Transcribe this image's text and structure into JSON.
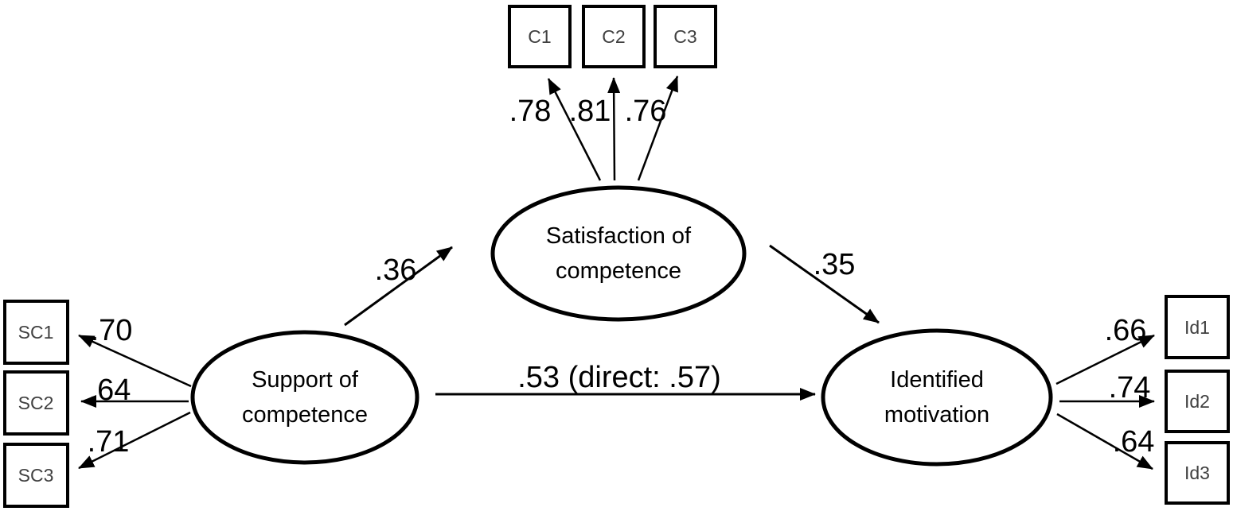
{
  "figure": {
    "type": "sem-path-diagram",
    "background_color": "#ffffff",
    "stroke_color": "#000000",
    "indicator_text_color": "#404040"
  },
  "latents": {
    "support": {
      "line1": "Support of",
      "line2": "competence"
    },
    "satisfaction": {
      "line1": "Satisfaction of",
      "line2": "competence"
    },
    "identified": {
      "line1": "Identified",
      "line2": "motivation"
    }
  },
  "indicators": {
    "satisfaction": [
      {
        "label": "C1",
        "loading": ".78"
      },
      {
        "label": "C2",
        "loading": ".81"
      },
      {
        "label": "C3",
        "loading": ".76"
      }
    ],
    "support": [
      {
        "label": "SC1",
        "loading": ".70"
      },
      {
        "label": "SC2",
        "loading": ".64"
      },
      {
        "label": "SC3",
        "loading": ".71"
      }
    ],
    "identified": [
      {
        "label": "Id1",
        "loading": ".66"
      },
      {
        "label": "Id2",
        "loading": ".74"
      },
      {
        "label": "Id3",
        "loading": ".64"
      }
    ]
  },
  "paths": {
    "support_to_satisfaction": {
      "label": ".36"
    },
    "satisfaction_to_identified": {
      "label": ".35"
    },
    "support_to_identified": {
      "label": ".53 (direct: .57)"
    }
  }
}
